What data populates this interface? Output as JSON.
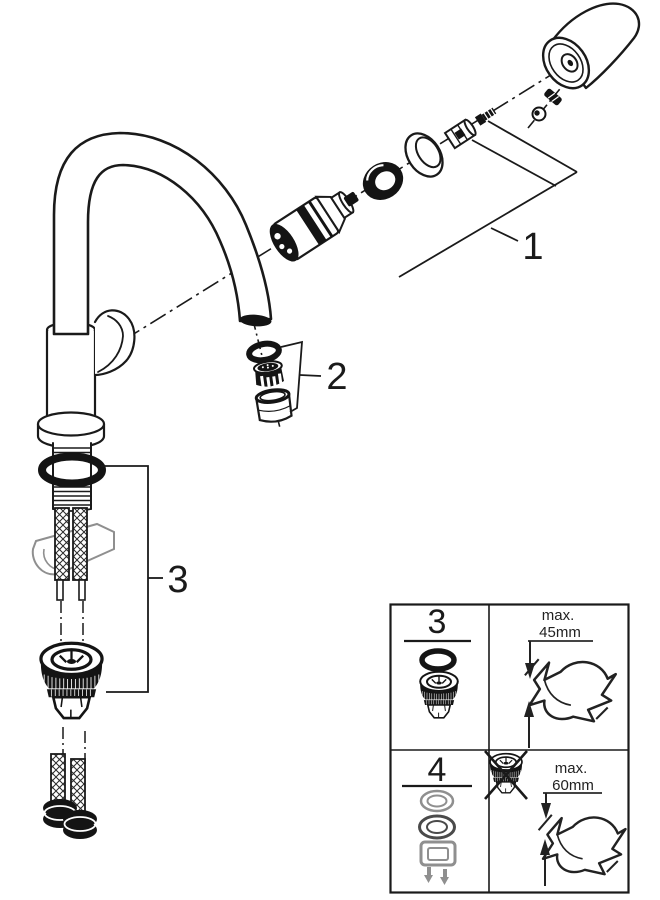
{
  "callouts": {
    "group1": "1",
    "group2": "2",
    "group3": "3"
  },
  "inset": {
    "row1": {
      "number": "3",
      "max_label": "max.",
      "max_value": "45mm"
    },
    "row2": {
      "number": "4",
      "max_label": "max.",
      "max_value": "60mm"
    }
  },
  "colors": {
    "line": "#1a1a1a",
    "dark_fill": "#141414",
    "muted": "#8f8f8f",
    "dim_text": "#222222"
  },
  "icons": {
    "group1_parts": [
      "cartridge",
      "retaining-ring",
      "escutcheon-sleeve",
      "cap-nut",
      "grub-screw",
      "lever-handle",
      "handle-screw",
      "screw-cap"
    ],
    "group2_parts": [
      "spout-o-ring",
      "aerator-insert",
      "aerator-shell"
    ],
    "group3_parts": [
      "shank-o-ring",
      "mounting-nut"
    ],
    "group4_parts": [
      "washer",
      "base-ring",
      "clamp-plate",
      "clamp-screws"
    ],
    "other": [
      "gooseneck-spout",
      "faucet-body",
      "supply-hoses",
      "countertop-section"
    ]
  }
}
